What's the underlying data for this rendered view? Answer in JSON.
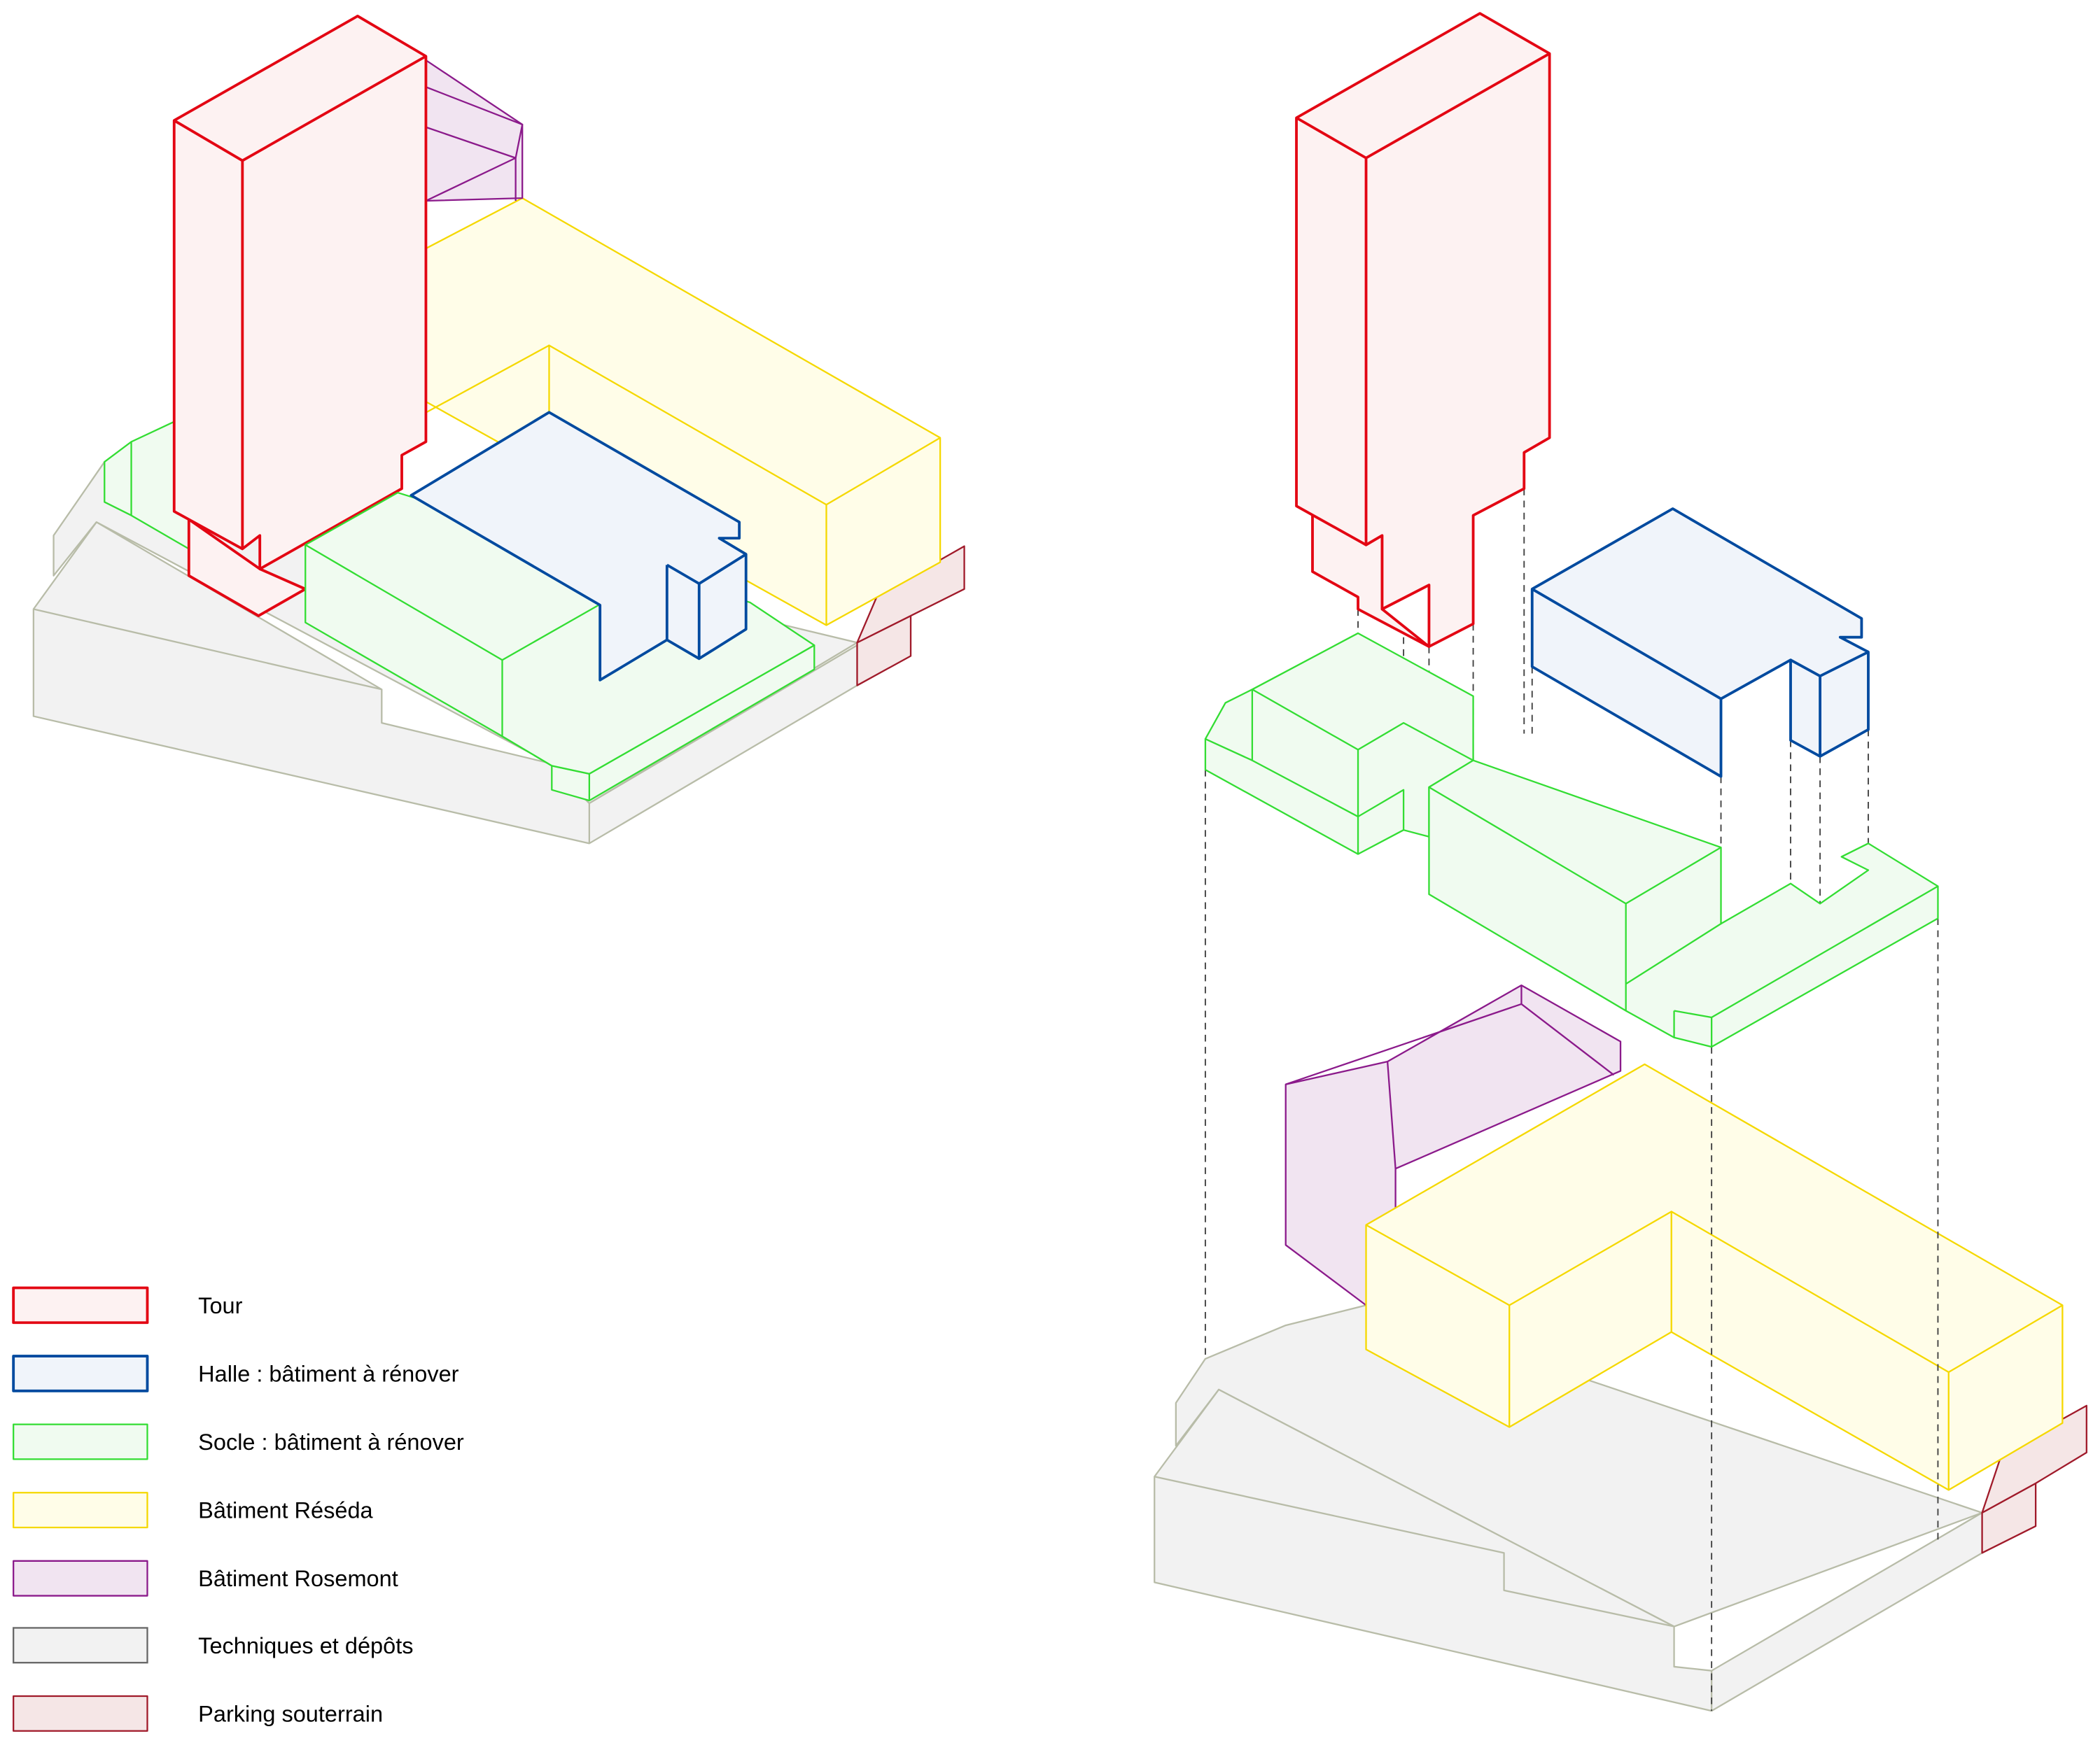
{
  "legend": [
    {
      "label": "Tour",
      "stroke": "#e30613",
      "fill": "#fdf2f2"
    },
    {
      "label": "Halle : bâtiment à rénover",
      "stroke": "#004a9f",
      "fill": "#f0f4fa"
    },
    {
      "label": "Socle : bâtiment à rénover",
      "stroke": "#33dd33",
      "fill": "#f0fbf0"
    },
    {
      "label": "Bâtiment Réséda",
      "stroke": "#f5d800",
      "fill": "#fffde8"
    },
    {
      "label": "Bâtiment Rosemont",
      "stroke": "#8b1a8b",
      "fill": "#f1e4f1"
    },
    {
      "label": "Techniques et dépôts",
      "stroke": "#666666",
      "fill": "#f2f2f2"
    },
    {
      "label": "Parking souterrain",
      "stroke": "#a01a2a",
      "fill": "#f5e6e6"
    }
  ]
}
